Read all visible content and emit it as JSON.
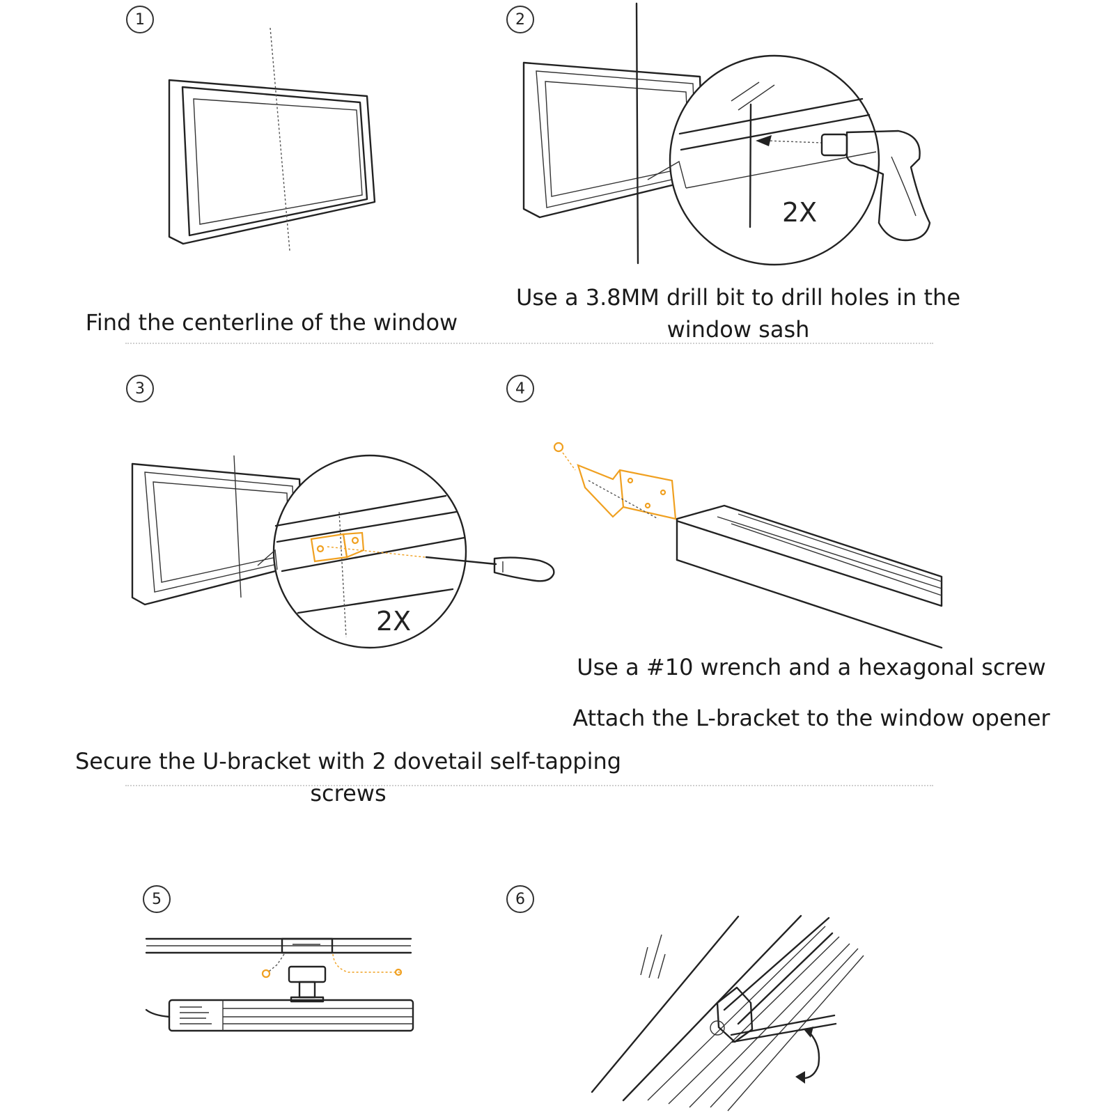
{
  "steps": [
    {
      "number": "1",
      "caption": "Find the centerline of the window"
    },
    {
      "number": "2",
      "caption_line1": "Use a 3.8MM drill bit to drill holes in the",
      "caption_line2": "window sash",
      "callout": "2X"
    },
    {
      "number": "3",
      "caption": "Secure the U-bracket with 2 dovetail self-tapping screws",
      "callout": "2X"
    },
    {
      "number": "4",
      "caption_line1": "Use a #10 wrench and a hexagonal screw",
      "caption_line2": "Attach the L-bracket to the window opener"
    },
    {
      "number": "5"
    },
    {
      "number": "6"
    }
  ],
  "colors": {
    "line": "#222222",
    "bracket": "#f0a020",
    "divider": "#cfcfcf"
  },
  "icons": [
    "drill-icon",
    "screwdriver-icon",
    "l-bracket-icon",
    "u-bracket-icon",
    "rotate-arrow-icon"
  ]
}
